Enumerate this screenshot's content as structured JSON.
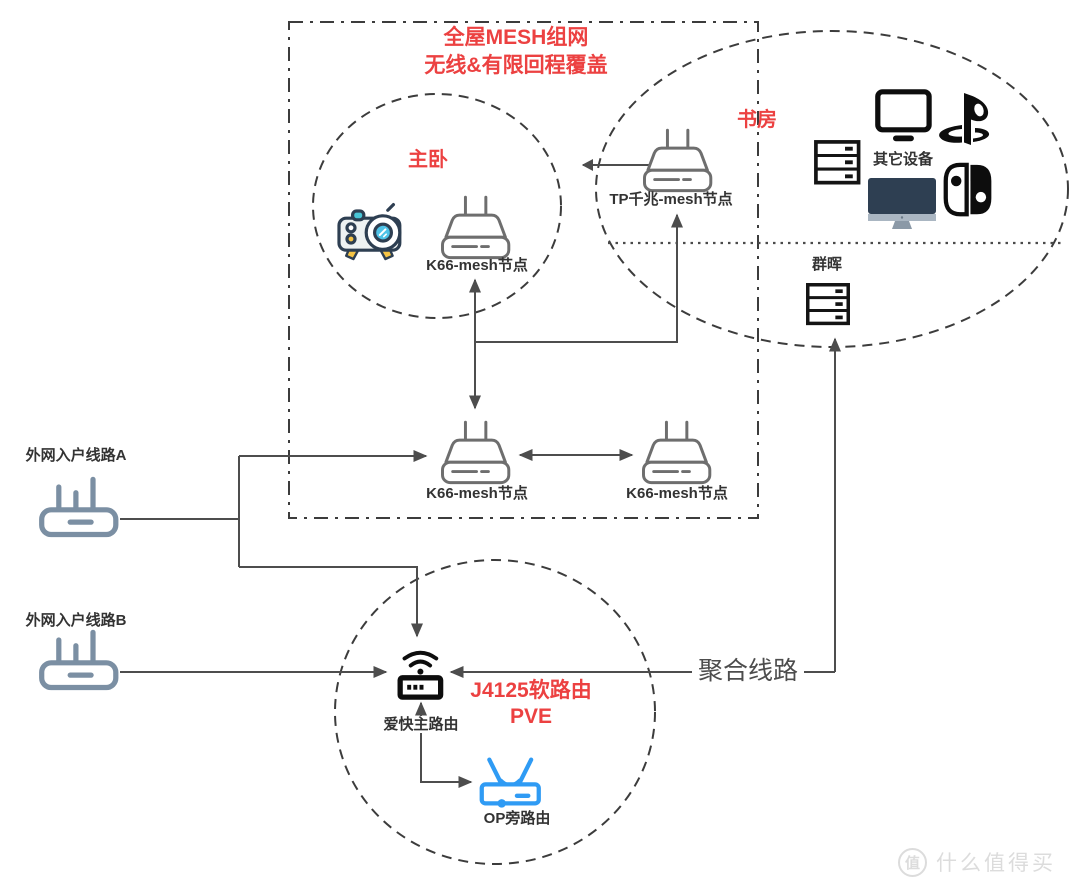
{
  "diagram": {
    "titles": {
      "line1": "全屋MESH组网",
      "line2": "无线&有限回程覆盖"
    },
    "areas": {
      "master_bedroom": "主卧",
      "study": "书房"
    },
    "labels": {
      "k66_bedroom": "K66-mesh节点",
      "k66_middle": "K66-mesh节点",
      "k66_right": "K66-mesh节点",
      "tp_mesh": "TP千兆-mesh节点",
      "other_devices": "其它设备",
      "synology": "群晖",
      "wan_a": "外网入户线路A",
      "wan_b": "外网入户线路B",
      "soft_router": "J4125软路由",
      "pve": "PVE",
      "ikuai_main": "爱快主路由",
      "op_side": "OP旁路由",
      "aggregated": "聚合线路"
    },
    "watermark": {
      "badge": "值",
      "text": "什么值得买"
    },
    "icons": {
      "projector": "projector-icon",
      "mesh_node": "mesh-router-icon",
      "modem": "wan-modem-icon",
      "switch": "rack-switch-icon",
      "nas": "nas-server-icon",
      "monitor": "monitor-icon",
      "playstation": "playstation-logo-icon",
      "imac": "imac-icon",
      "nintendo_switch": "joycon-icon",
      "soft_router": "wifi-router-icon",
      "op_router": "op-router-icon"
    },
    "colors": {
      "accent_red": "#ec4141",
      "connector": "#4d4d4d",
      "boundary": "#3c3c3c",
      "mesh_gray": "#6e6e6e",
      "modem_blue": "#7b8fa3",
      "op_blue": "#2f9bf4",
      "imac_navy": "#2e3f52",
      "watermark": "#dcdcdc"
    }
  }
}
